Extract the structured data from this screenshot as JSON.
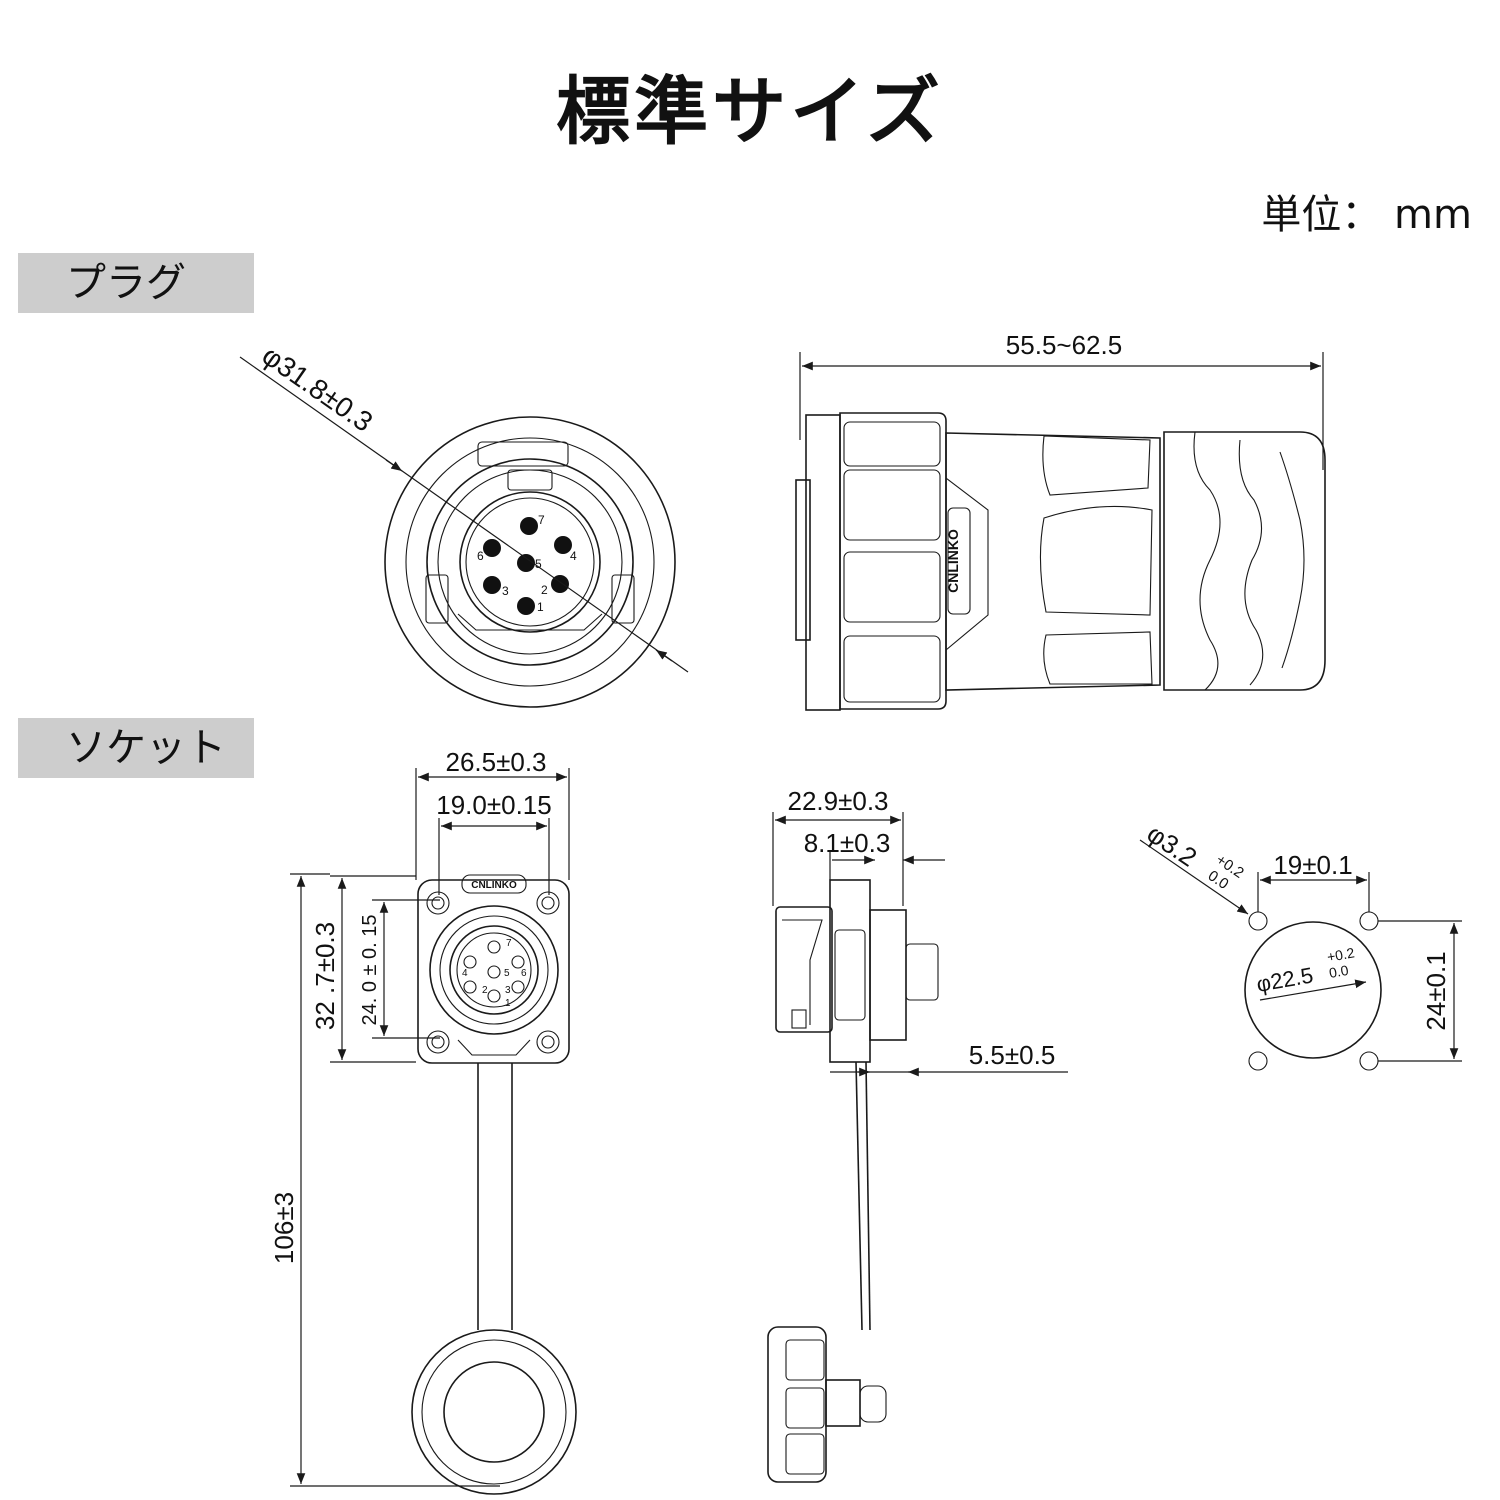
{
  "title": "標準サイズ",
  "unit_label": "単位：  mm",
  "sections": {
    "plug": "プラグ",
    "socket": "ソケット"
  },
  "brand_logo": "CNLINKO",
  "pin_labels": [
    "1",
    "2",
    "3",
    "4",
    "5",
    "6",
    "7"
  ],
  "dimensions": {
    "plug_diameter": "φ31.8±0.3",
    "plug_length": "55.5~62.5",
    "socket_width_outer": "26.5±0.3",
    "socket_width_inner": "19.0±0.15",
    "socket_height_outer": "32 .7±0.3",
    "socket_height_inner": "24. 0 ± 0. 15",
    "socket_cable_length": "106±3",
    "side_depth_total": "22.9±0.3",
    "side_depth_flange": "8.1±0.3",
    "side_panel": "5.5±0.5",
    "panel_hole_dia_base": "φ3.2",
    "panel_hole_dia_tol_upper": "+0.2",
    "panel_hole_dia_tol_lower": "0.0",
    "panel_hole_spacing_h": "19±0.1",
    "panel_hole_spacing_v": "24±0.1",
    "panel_cutout_base": "φ22.5",
    "panel_cutout_tol_upper": "+0.2",
    "panel_cutout_tol_lower": "0.0"
  },
  "colors": {
    "label_background": "#cdcdcd",
    "line": "#1a1a1a"
  }
}
